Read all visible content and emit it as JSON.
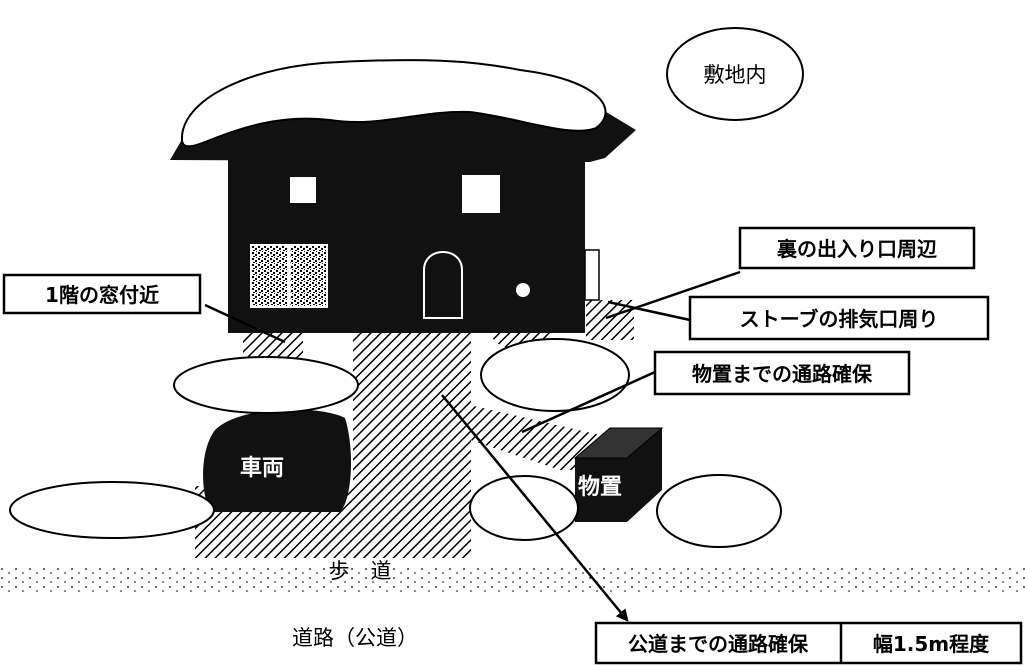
{
  "diagram": {
    "site_label": "敷地内",
    "labels": {
      "window_area": "1階の窓付近",
      "back_door": "裏の出入り口周辺",
      "stove_exhaust": "ストーブの排気口周り",
      "storage_path": "物置までの通路確保",
      "public_road_path": "公道までの通路確保",
      "path_width": "幅1.5m程度"
    },
    "car_label": "車両",
    "storage_label": "物置",
    "sidewalk_label": "歩　道",
    "road_label": "道路（公道）"
  },
  "colors": {
    "house": "#111111",
    "snow": "#ffffff",
    "cleared_area_hatch": "#000000",
    "background": "#ffffff"
  }
}
